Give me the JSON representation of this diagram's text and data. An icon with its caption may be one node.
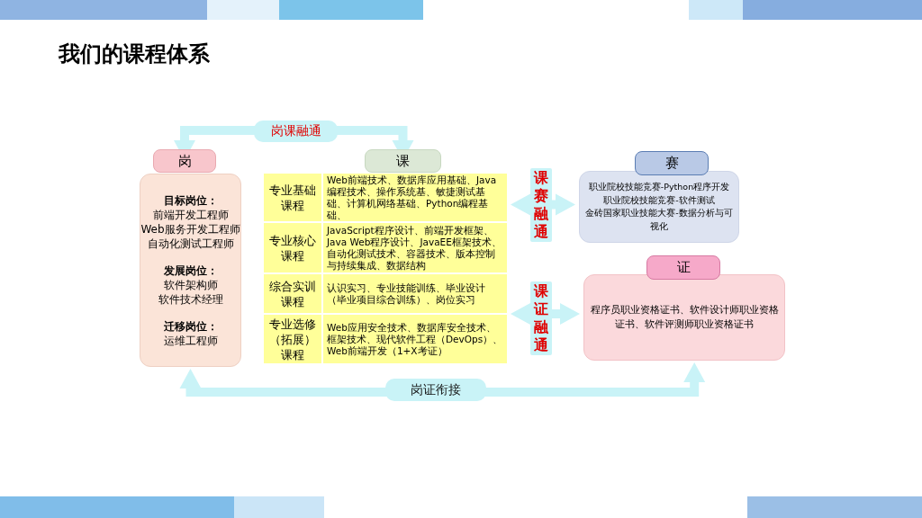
{
  "diagram": {
    "title": "我们的课程体系",
    "nodes": [
      {
        "text": [
          "岗"
        ]
      },
      {
        "text": [
          "目标岗位：",
          "前端开发工程师",
          "Web服务开发工程师",
          "自动化测试工程师",
          "发展岗位：",
          "软件架构师",
          "软件技术经理",
          "迁移岗位：",
          "运维工程师"
        ]
      },
      {
        "text": [
          "课"
        ]
      },
      {
        "text": [],
        "shape": "box"
      },
      {
        "text": [
          "专业基础课程",
          "Web前端技术、数据库应用基础、Java编程技术、操作系统基、敏捷测试基础、计算机网络基础、Python编程基础、"
        ],
        "in": 3
      },
      {
        "text": [
          "专业核心课程",
          "JavaScript程序设计、前端开发框架、Java Web程序设计、JavaEE框架技术、自动化测试技术、容器技术、版本控制与持续集成、数据结构"
        ],
        "in": 3
      },
      {
        "text": [
          "综合实训课程",
          "认识实习、专业技能训练、毕业设计（毕业项目综合训练）、岗位实习"
        ],
        "in": 3
      },
      {
        "text": [
          "专业选修（拓展）课程",
          "Web应用安全技术、数据库安全技术、框架技术、现代软件工程（DevOps）、Web前端开发（1+X考证）"
        ],
        "in": 3
      },
      {
        "text": [
          "赛"
        ]
      },
      {
        "text": [
          "职业院校技能竞赛-Python程序开发",
          "职业院校技能竞赛-软件测试",
          "金砖国家职业技能大赛-数据分析与可视化"
        ]
      },
      {
        "text": [
          "证"
        ]
      },
      {
        "text": [
          "程序员职业资格证书、软件设计师职业资格证书、软件评测师职业资格证书"
        ]
      }
    ],
    "edges": [
      {
        "from": 0,
        "to": 2,
        "arrow": "both",
        "label": "岗课融通"
      },
      {
        "from": 3,
        "to": 9,
        "arrow": "both",
        "label": "课赛融通"
      },
      {
        "from": 3,
        "to": 11,
        "arrow": "both",
        "label": "课证融通"
      },
      {
        "from": 1,
        "to": 11,
        "arrow": "both",
        "label": "岗证衔接"
      }
    ]
  }
}
